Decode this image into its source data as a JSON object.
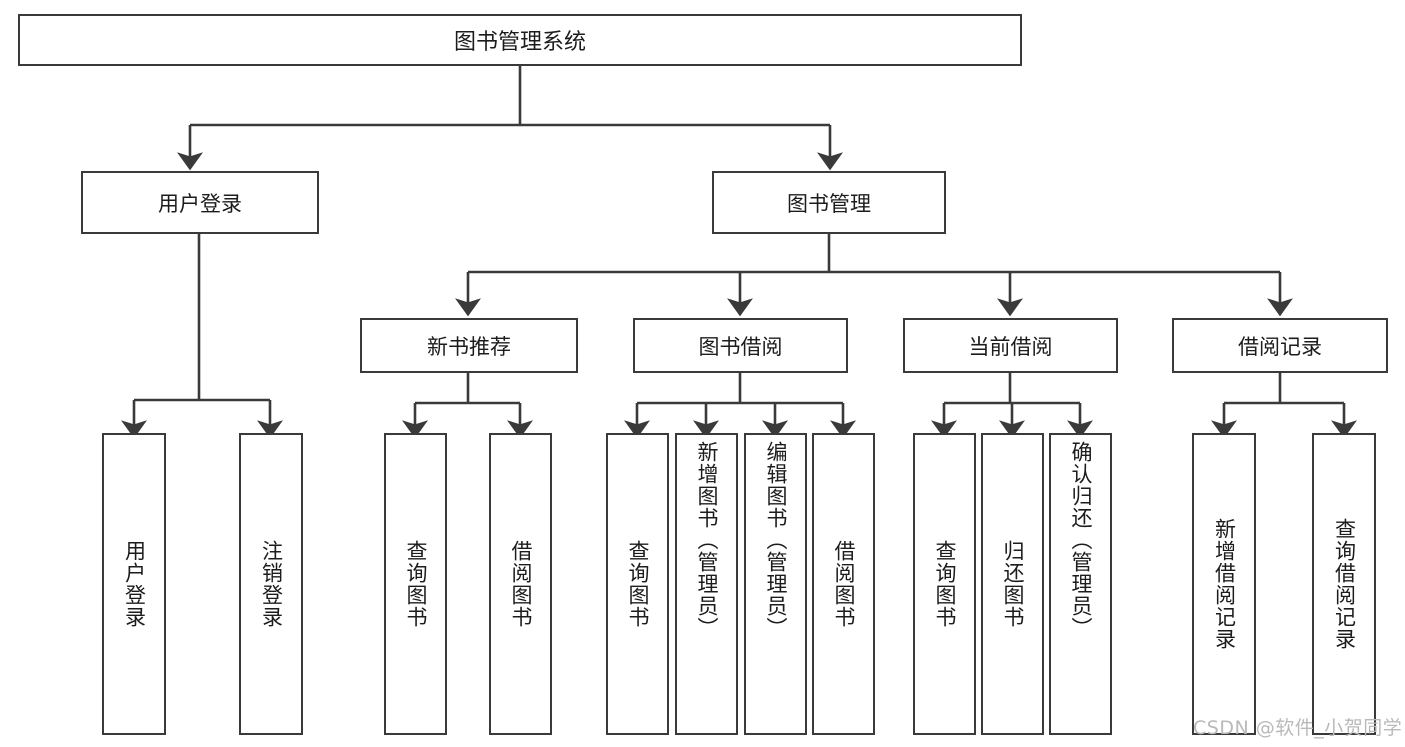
{
  "diagram": {
    "type": "tree",
    "title": "图书管理系统",
    "root": {
      "label": "图书管理系统"
    },
    "tier1": [
      {
        "label": "用户登录"
      },
      {
        "label": "图书管理"
      }
    ],
    "tier2": [
      {
        "label": "新书推荐"
      },
      {
        "label": "图书借阅"
      },
      {
        "label": "当前借阅"
      },
      {
        "label": "借阅记录"
      }
    ],
    "leaves": {
      "user_login": [
        {
          "label": "用户登录"
        },
        {
          "label": "注销登录"
        }
      ],
      "new_book_recommend": [
        {
          "label": "查询图书"
        },
        {
          "label": "借阅图书"
        }
      ],
      "book_borrow": [
        {
          "label": "查询图书"
        },
        {
          "label": "新增图书（管理员）"
        },
        {
          "label": "编辑图书（管理员）"
        },
        {
          "label": "借阅图书"
        }
      ],
      "current_borrow": [
        {
          "label": "查询图书"
        },
        {
          "label": "归还图书"
        },
        {
          "label": "确认归还（管理员）"
        }
      ],
      "borrow_record": [
        {
          "label": "新增借阅记录"
        },
        {
          "label": "查询借阅记录"
        }
      ]
    }
  },
  "watermark": {
    "text": "CSDN @软件_小贺同学"
  },
  "colors": {
    "border": "#3a3a3a",
    "text": "#1c1c1c",
    "background": "#ffffff",
    "watermark": "#b9b9b9"
  }
}
